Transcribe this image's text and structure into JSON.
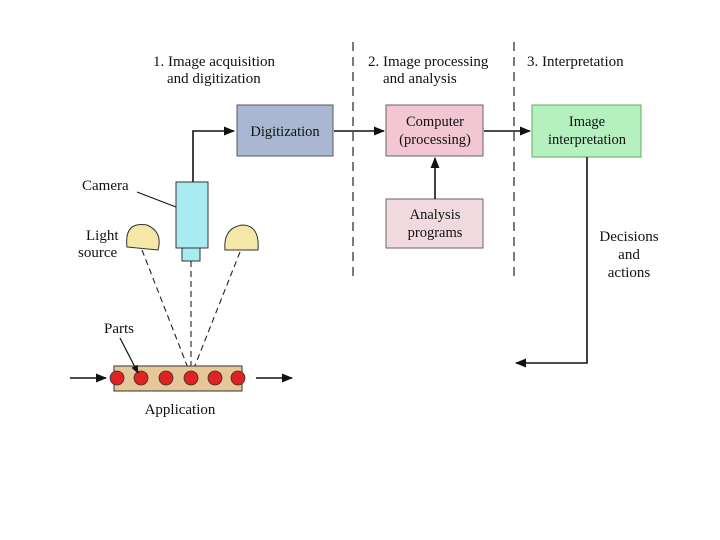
{
  "stages": [
    {
      "line1": "1. Image acquisition",
      "line2": "and digitization"
    },
    {
      "line1": "2. Image processing",
      "line2": "and analysis"
    },
    {
      "line1": "3. Interpretation",
      "line2": ""
    }
  ],
  "boxes": {
    "digitization": {
      "line1": "Digitization",
      "fill": "#a9b7d2"
    },
    "computer": {
      "line1": "Computer",
      "line2": "(processing)",
      "fill": "#f2c6d2"
    },
    "analysis": {
      "line1": "Analysis",
      "line2": "programs",
      "fill": "#f1dadf"
    },
    "interpretation": {
      "line1": "Image",
      "line2": "interpretation",
      "fill": "#b5f0bf"
    }
  },
  "labels": {
    "camera": "Camera",
    "light_line1": "Light",
    "light_line2": "source",
    "parts": "Parts",
    "application": "Application",
    "decisions_line1": "Decisions",
    "decisions_line2": "and",
    "decisions_line3": "actions"
  },
  "colors": {
    "camera_body": "#a8ecf2",
    "light_shade": "#f5e7a8",
    "conveyor": "#e6c79a",
    "part": "#e02222"
  }
}
